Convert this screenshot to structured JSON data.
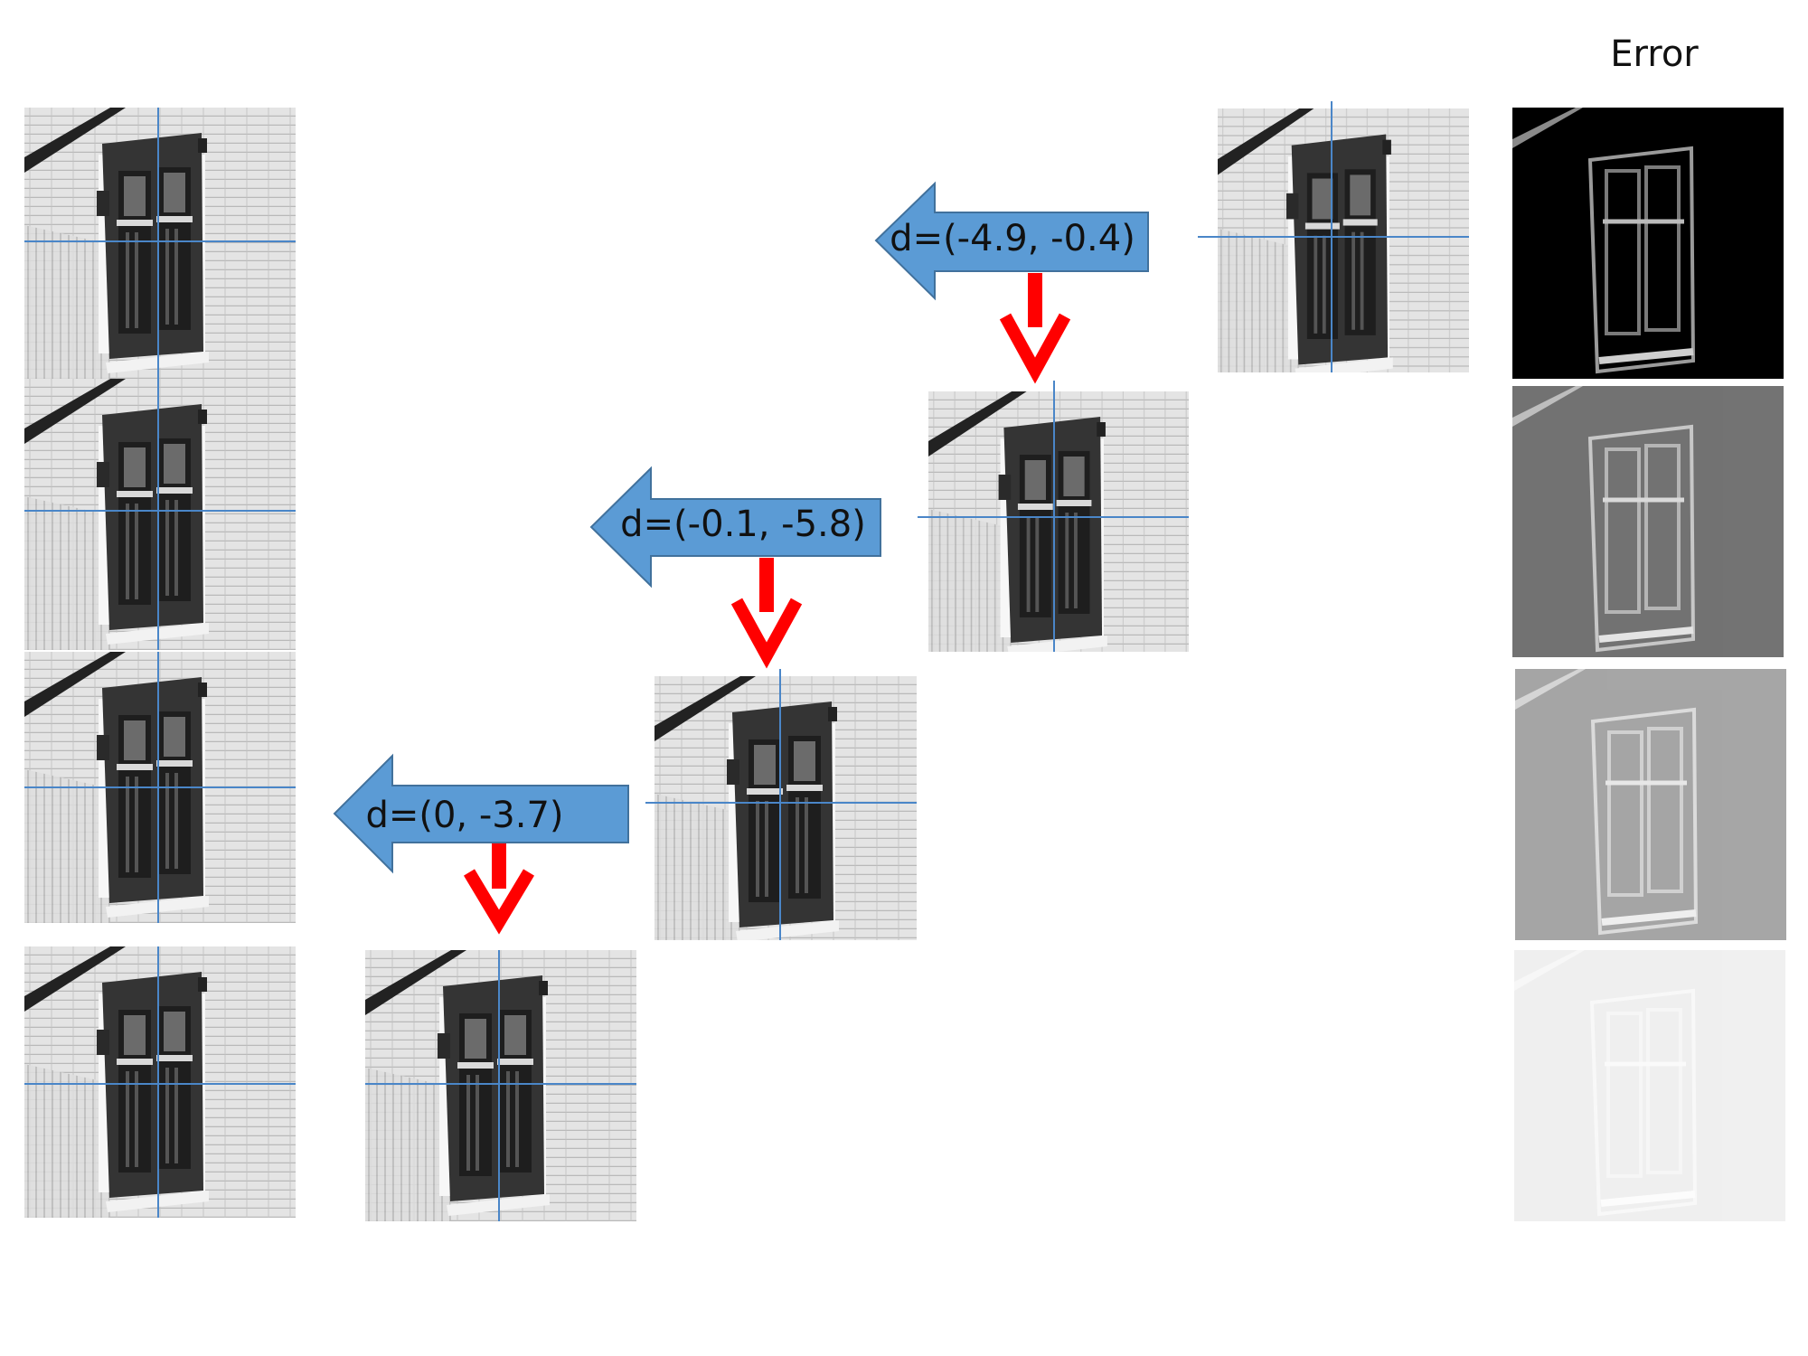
{
  "header": {
    "error_label": "Error"
  },
  "steps": [
    {
      "label": "d=(-4.9, -0.4)"
    },
    {
      "label": "d=(-0.1, -5.8)"
    },
    {
      "label": "d=(0, -3.7)"
    }
  ],
  "colors": {
    "arrow_fill": "#5b9bd5",
    "arrow_stroke": "#41719c",
    "down_arrow": "#ff0000",
    "crosshair": "#4a86c8",
    "wall": "#e2e2e2",
    "window_frame": "#3a3a3a",
    "error_bg": "#000000"
  }
}
